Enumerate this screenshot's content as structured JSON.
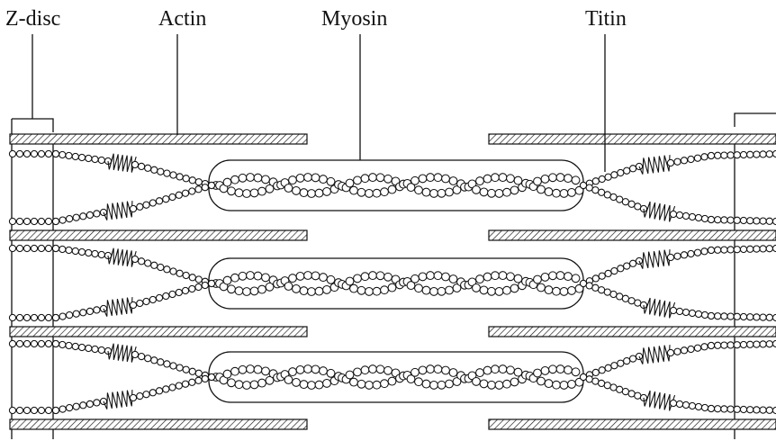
{
  "labels": {
    "z_disc": "Z-disc",
    "actin": "Actin",
    "myosin": "Myosin",
    "titin": "Titin"
  },
  "colors": {
    "ink": "#111111",
    "paper": "#ffffff"
  },
  "structure": {
    "sarcomere_rows": 3,
    "components": [
      "z-disc",
      "actin-filament",
      "myosin-thick-filament",
      "titin-spring"
    ]
  }
}
